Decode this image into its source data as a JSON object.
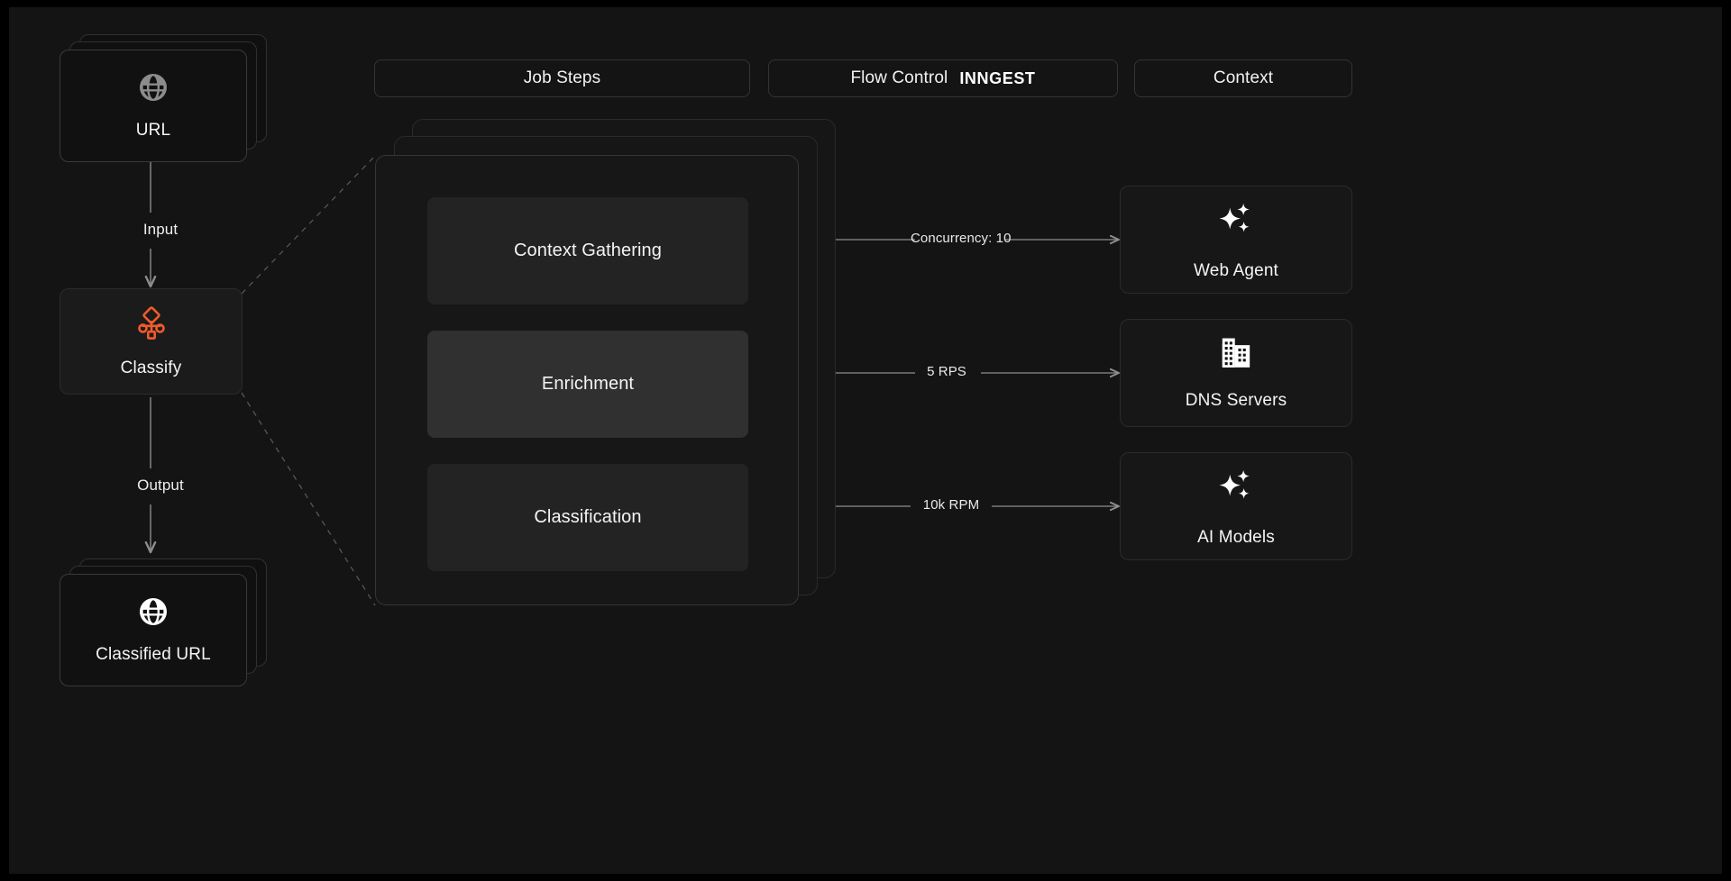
{
  "theme": {
    "background": "#141414",
    "card_bg": "#171717",
    "border": "#2e2e2e",
    "accent": "#F15B2A",
    "text": "#f4f4f4",
    "muted": "#bdbdbd",
    "edge": "#8a8a8a"
  },
  "header": {
    "pills": [
      {
        "label": "Job Steps",
        "brand": ""
      },
      {
        "label": "Flow Control",
        "brand": "INNGEST"
      },
      {
        "label": "Context",
        "brand": ""
      }
    ]
  },
  "left_column": {
    "input_node": {
      "label": "URL",
      "icon": "globe-icon"
    },
    "input_edge_label": "Input",
    "process_node": {
      "label": "Classify",
      "icon": "workflow-branch-icon"
    },
    "output_edge_label": "Output",
    "output_node": {
      "label": "Classified URL",
      "icon": "globe-icon"
    }
  },
  "job_steps": {
    "stack_depth": 3,
    "steps": [
      {
        "label": "Context Gathering",
        "active": false
      },
      {
        "label": "Enrichment",
        "active": true
      },
      {
        "label": "Classification",
        "active": false
      }
    ]
  },
  "flow_control": {
    "edges": [
      {
        "label": "Concurrency: 10"
      },
      {
        "label": "5 RPS"
      },
      {
        "label": "10k RPM"
      }
    ]
  },
  "context": {
    "cards": [
      {
        "label": "Web Agent",
        "icon": "sparkles-icon"
      },
      {
        "label": "DNS Servers",
        "icon": "building-icon"
      },
      {
        "label": "AI Models",
        "icon": "sparkles-icon"
      }
    ]
  }
}
